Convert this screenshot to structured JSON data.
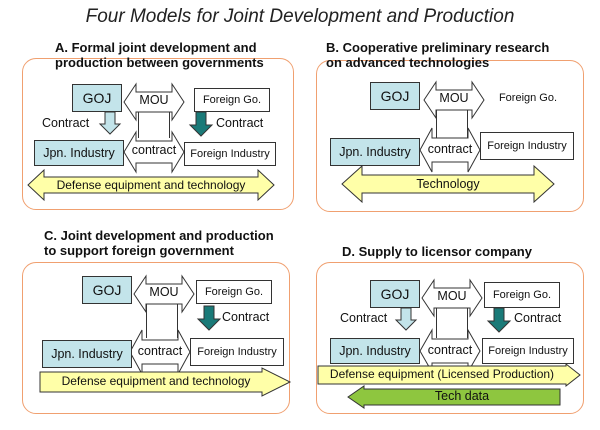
{
  "title": "Four Models for Joint Development and Production",
  "panels": {
    "a": {
      "title_line1": "A. Formal joint development and",
      "title_line2": "production between governments",
      "goj": "GOJ",
      "mou": "MOU",
      "foreign_gov": "Foreign Go.",
      "contract_left": "Contract",
      "contract_right": "Contract",
      "jpn_industry": "Jpn. Industry",
      "contract_mid": "contract",
      "foreign_industry": "Foreign Industry",
      "banner": "Defense equipment and technology"
    },
    "b": {
      "title_line1": "B.  Cooperative preliminary research",
      "title_line2": "on advanced technologies",
      "goj": "GOJ",
      "mou": "MOU",
      "foreign_gov": "Foreign Go.",
      "jpn_industry": "Jpn. Industry",
      "contract_mid": "contract",
      "foreign_industry": "Foreign Industry",
      "banner": "Technology"
    },
    "c": {
      "title_line1": "C. Joint development and production",
      "title_line2": "to support foreign government",
      "goj": "GOJ",
      "mou": "MOU",
      "foreign_gov": "Foreign Go.",
      "contract_right": "Contract",
      "jpn_industry": "Jpn. Industry",
      "contract_mid": "contract",
      "foreign_industry": "Foreign Industry",
      "banner": "Defense equipment and technology"
    },
    "d": {
      "title_line1": "D. Supply to licensor company",
      "goj": "GOJ",
      "mou": "MOU",
      "foreign_gov": "Foreign Go.",
      "contract_left": "Contract",
      "contract_right": "Contract",
      "jpn_industry": "Jpn. Industry",
      "contract_mid": "contract",
      "foreign_industry": "Foreign Industry",
      "banner": "Defense equipment (Licensed Production)",
      "banner2": "Tech data"
    }
  },
  "colors": {
    "panel_border": "#f0a070",
    "teal_box": "#c3e4ea",
    "banner_yellow": "#ffffa8",
    "banner_green": "#8ec63f",
    "arrow_teal": "#1a7a78"
  }
}
